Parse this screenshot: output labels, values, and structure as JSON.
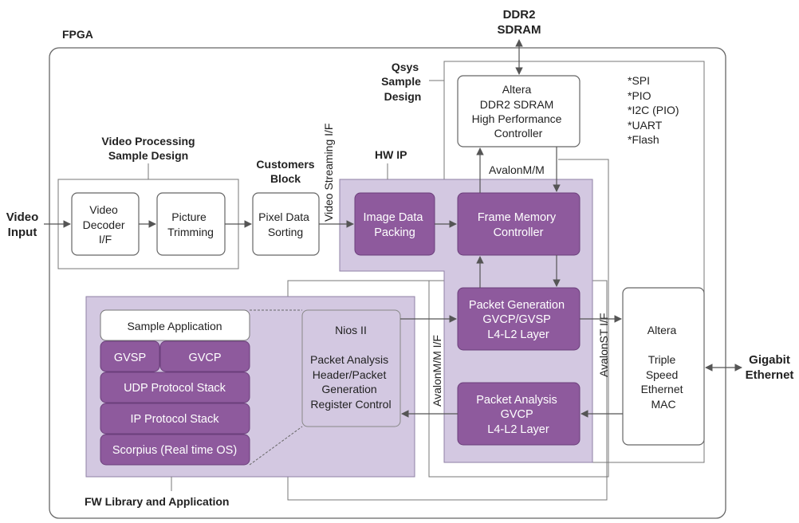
{
  "labels": {
    "fpga": "FPGA",
    "ddr2_ext_1": "DDR2",
    "ddr2_ext_2": "SDRAM",
    "qsys_1": "Qsys",
    "qsys_2": "Sample",
    "qsys_3": "Design",
    "vp_1": "Video Processing",
    "vp_2": "Sample Design",
    "customers_1": "Customers",
    "customers_2": "Block",
    "hwip": "HW IP",
    "video_input_1": "Video",
    "video_input_2": "Input",
    "gigabit_1": "Gigabit",
    "gigabit_2": "Ethernet",
    "video_streaming_if": "Video Streaming I/F",
    "avalon_mm_top": "AvalonM/M",
    "avalon_mm_if": "AvalonM/M I/F",
    "avalon_st_if": "AvalonST I/F",
    "fw_library": "FW Library and Application"
  },
  "peripherals": [
    "*SPI",
    "*PIO",
    "*I2C (PIO)",
    "*UART",
    "*Flash"
  ],
  "blocks": {
    "ddr2_controller": [
      "Altera",
      "DDR2 SDRAM",
      "High Performance",
      "Controller"
    ],
    "video_decoder": [
      "Video",
      "Decoder",
      "I/F"
    ],
    "picture_trimming": [
      "Picture",
      "Trimming"
    ],
    "pixel_sorting": [
      "Pixel Data",
      "Sorting"
    ],
    "image_packing": [
      "Image Data",
      "Packing"
    ],
    "frame_memory": [
      "Frame Memory",
      "Controller"
    ],
    "packet_generation": [
      "Packet Generation",
      "GVCP/GVSP",
      "L4-L2 Layer"
    ],
    "packet_analysis": [
      "Packet Analysis",
      "GVCP",
      "L4-L2 Layer"
    ],
    "tse_mac": [
      "Altera",
      "Triple",
      "Speed",
      "Ethernet",
      "MAC"
    ],
    "nios_title": "Nios II",
    "nios_body": [
      "Packet Analysis",
      "Header/Packet",
      "Generation",
      "Register Control"
    ],
    "sample_application": "Sample Application",
    "gvsp": "GVSP",
    "gvcp": "GVCP",
    "udp_stack": "UDP Protocol Stack",
    "ip_stack": "IP Protocol Stack",
    "scorpius": "Scorpius (Real time OS)"
  },
  "colors": {
    "lavender": "#d3c8e1",
    "purple": "#8e5a9d",
    "purple_border": "#6b3f7b",
    "line": "#555555"
  }
}
